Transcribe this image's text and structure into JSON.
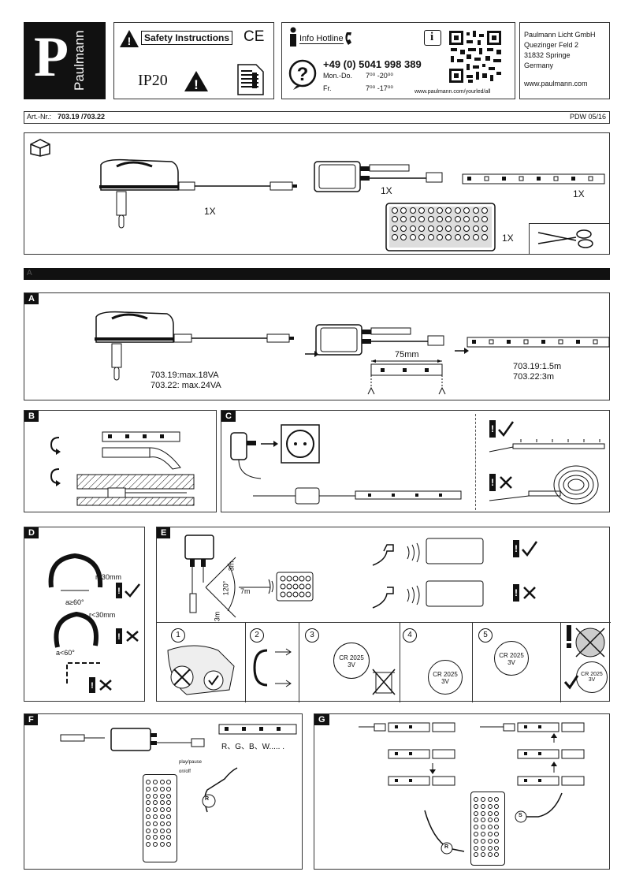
{
  "header": {
    "brand": "Paulmann",
    "logo_letter": "P",
    "safety_title": "Safety Instructions",
    "ce_mark": "CE",
    "ip_rating": "IP20",
    "hotline_title": "Info Hotline",
    "phone": "+49 (0) 5041 998 389",
    "hours": [
      {
        "day": "Mon.-Do.",
        "time": "7⁰⁰ -20⁰⁰"
      },
      {
        "day": "Fr.",
        "time": "7⁰⁰ -17⁰⁰"
      }
    ],
    "url": "www.paulmann.com/yourled/all",
    "info_icon_letter": "i",
    "company": [
      "Paulmann Licht GmbH",
      "Quezinger Feld 2",
      "31832 Springe",
      "Germany"
    ],
    "website": "www.paulmann.com"
  },
  "article": {
    "label": "Art.-Nr.:",
    "numbers": "703.19 /703.22",
    "pdw": "PDW 05/16"
  },
  "contents": {
    "qty_adapter": "1X",
    "qty_controller": "1X",
    "qty_strip": "1X",
    "qty_remote": "1X"
  },
  "section_bar": "A",
  "sectionA": {
    "label": "A",
    "ratings": [
      "703.19:max.18VA",
      "703.22: max.24VA"
    ],
    "lengths": [
      "703.19:1.5m",
      "703.22:3m"
    ],
    "cut_length": "75mm"
  },
  "sectionB": {
    "label": "B"
  },
  "sectionC": {
    "label": "C"
  },
  "sectionD": {
    "label": "D",
    "radius_ok": "r≥30mm",
    "angle_ok": "a≥60°",
    "radius_bad": "r<30mm",
    "angle_bad": "a<60°"
  },
  "sectionE": {
    "label": "E",
    "dist_a": "3m",
    "dist_b": "7m",
    "dist_c": "3m",
    "angle": "120°",
    "steps": [
      "1",
      "2",
      "3",
      "4",
      "5"
    ],
    "battery": "CR 2025",
    "battery_v": "3V"
  },
  "sectionF": {
    "label": "F",
    "colors": "R、G、B、W..... .",
    "play_pause": "play/pause",
    "on_off": "on/off",
    "r_mark": "R"
  },
  "sectionG": {
    "label": "G",
    "r_mark": "R",
    "s_mark": "S"
  }
}
